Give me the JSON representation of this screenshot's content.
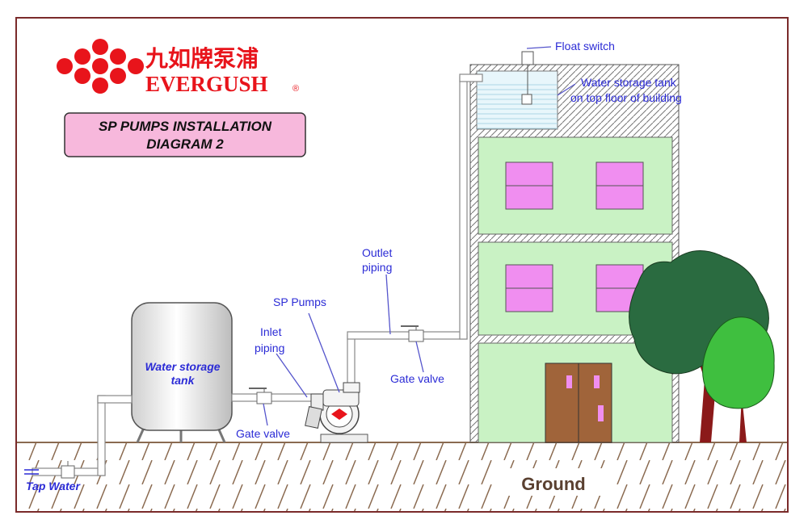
{
  "brand": {
    "chinese_name": "九如牌泵浦",
    "english_name": "EVERGUSH",
    "registered_mark": "®",
    "color": "#e8141b"
  },
  "title": {
    "line1": "SP PUMPS INSTALLATION",
    "line2": "DIAGRAM 2"
  },
  "labels": {
    "float_switch": "Float switch",
    "roof_tank_line1": "Water storage tank",
    "roof_tank_line2": "on top floor of building",
    "outlet_piping_line1": "Outlet",
    "outlet_piping_line2": "piping",
    "sp_pumps": "SP Pumps",
    "inlet_piping_line1": "Inlet",
    "inlet_piping_line2": "piping",
    "gate_valve_inlet": "Gate valve",
    "gate_valve_outlet": "Gate valve",
    "ground_tank_line1": "Water storage",
    "ground_tank_line2": "tank",
    "tap_water": "Tap Water",
    "ground": "Ground"
  },
  "colors": {
    "label_blue": "#2b2bd6",
    "title_box": "#f7b8dc",
    "building": "#c9f2c4",
    "window": "#f08ef0",
    "door": "#a0643a",
    "tree_dark": "#2a6b40",
    "tree_light": "#3fbf3f",
    "frame": "#7a2a2a"
  }
}
